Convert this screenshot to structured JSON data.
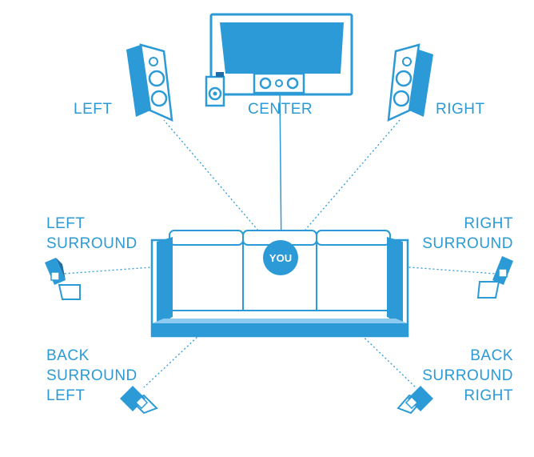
{
  "labels": {
    "left": "LEFT",
    "center": "CENTER",
    "right": "RIGHT",
    "left_surround": [
      "LEFT",
      "SURROUND"
    ],
    "right_surround": [
      "RIGHT",
      "SURROUND"
    ],
    "back_surround_left": [
      "BACK",
      "SURROUND",
      "LEFT"
    ],
    "back_surround_right": [
      "BACK",
      "SURROUND",
      "RIGHT"
    ],
    "listener": "YOU"
  },
  "colors": {
    "primary": "#2b9ad6",
    "light": "#8ccbef",
    "dark": "#1e6fa8",
    "background": "#ffffff"
  }
}
